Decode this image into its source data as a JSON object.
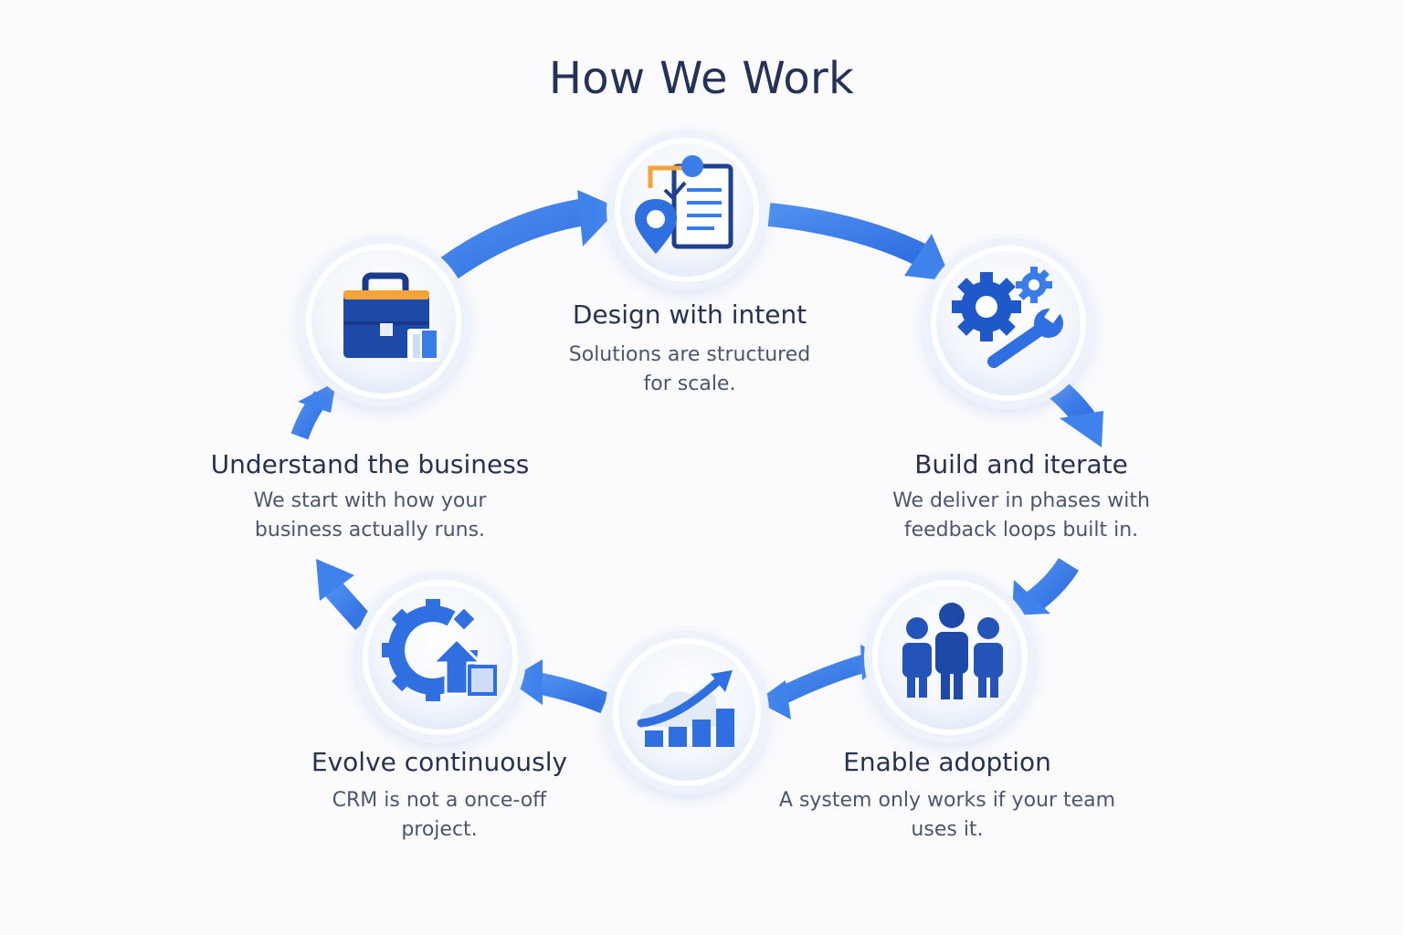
{
  "title": "How We Work",
  "colors": {
    "accent": "#3b7de8",
    "accent_dark": "#1f4fb8",
    "navy": "#1b3a8c",
    "orange": "#f4a23a",
    "text": "#26324f"
  },
  "steps": [
    {
      "icon": "briefcase-icon",
      "title": "Understand the business",
      "desc_line1": "We start with how your",
      "desc_line2": "business actually runs."
    },
    {
      "icon": "clipboard-location-icon",
      "title": "Design with intent",
      "desc_line1": "Solutions are structured",
      "desc_line2": "for scale."
    },
    {
      "icon": "gears-wrench-icon",
      "title": "Build and iterate",
      "desc_line1": "We deliver in phases with",
      "desc_line2": "feedback loops built in."
    },
    {
      "icon": "people-icon",
      "title": "Enable adoption",
      "desc_line1": "A system only works if your team",
      "desc_line2": "uses it."
    },
    {
      "icon": "growth-chart-icon",
      "title": "",
      "desc_line1": "",
      "desc_line2": ""
    },
    {
      "icon": "gear-upgrade-icon",
      "title": "Evolve continuously",
      "desc_line1": "CRM is not a once-off",
      "desc_line2": "project."
    }
  ]
}
